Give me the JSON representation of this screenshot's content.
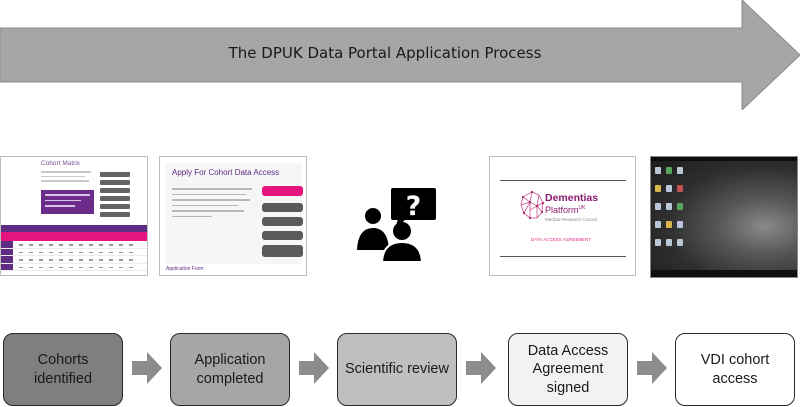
{
  "banner": {
    "title": "The DPUK Data Portal Application Process"
  },
  "screenshots": {
    "cohort": {
      "title": "Cohort Matrix"
    },
    "apply": {
      "title": "Apply For Cohort Data Access",
      "footer": "Application Form"
    },
    "daa": {
      "brand_line1": "Dementias",
      "brand_line2": "Platform",
      "brand_suffix": "UK",
      "brand_sub": "Medical Research Council",
      "label": "DATA ACCESS AGREEMENT"
    }
  },
  "icons": {
    "review": "people-question-icon",
    "brain": "brain-network-icon",
    "flow": "chevron-right-arrow-icon"
  },
  "steps": [
    {
      "label": "Cohorts identified",
      "fill": "#7f7f7f"
    },
    {
      "label": "Application completed",
      "fill": "#a6a6a6"
    },
    {
      "label": "Scientific review",
      "fill": "#bfbfbf"
    },
    {
      "label": "Data Access Agreement signed",
      "fill": "#f2f2f2"
    },
    {
      "label": "VDI cohort access",
      "fill": "#ffffff"
    }
  ],
  "colors": {
    "banner_arrow": "#a6a6a6",
    "flow_arrow": "#8c8c8c",
    "brand_purple": "#5e2d83",
    "brand_pink": "#e4157f"
  }
}
